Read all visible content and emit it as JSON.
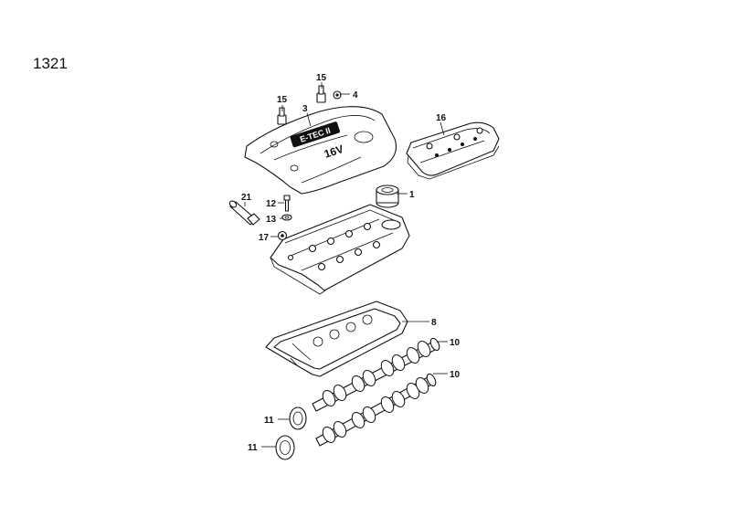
{
  "diagram": {
    "page_number": "1321",
    "cover_logo": "E-TEC II",
    "cover_badge": "16V",
    "callouts": {
      "c15a": "15",
      "c15b": "15",
      "c4": "4",
      "c3": "3",
      "c16": "16",
      "c1": "1",
      "c21": "21",
      "c12": "12",
      "c13": "13",
      "c17": "17",
      "c8": "8",
      "c10a": "10",
      "c10b": "10",
      "c11a": "11",
      "c11b": "11"
    }
  }
}
